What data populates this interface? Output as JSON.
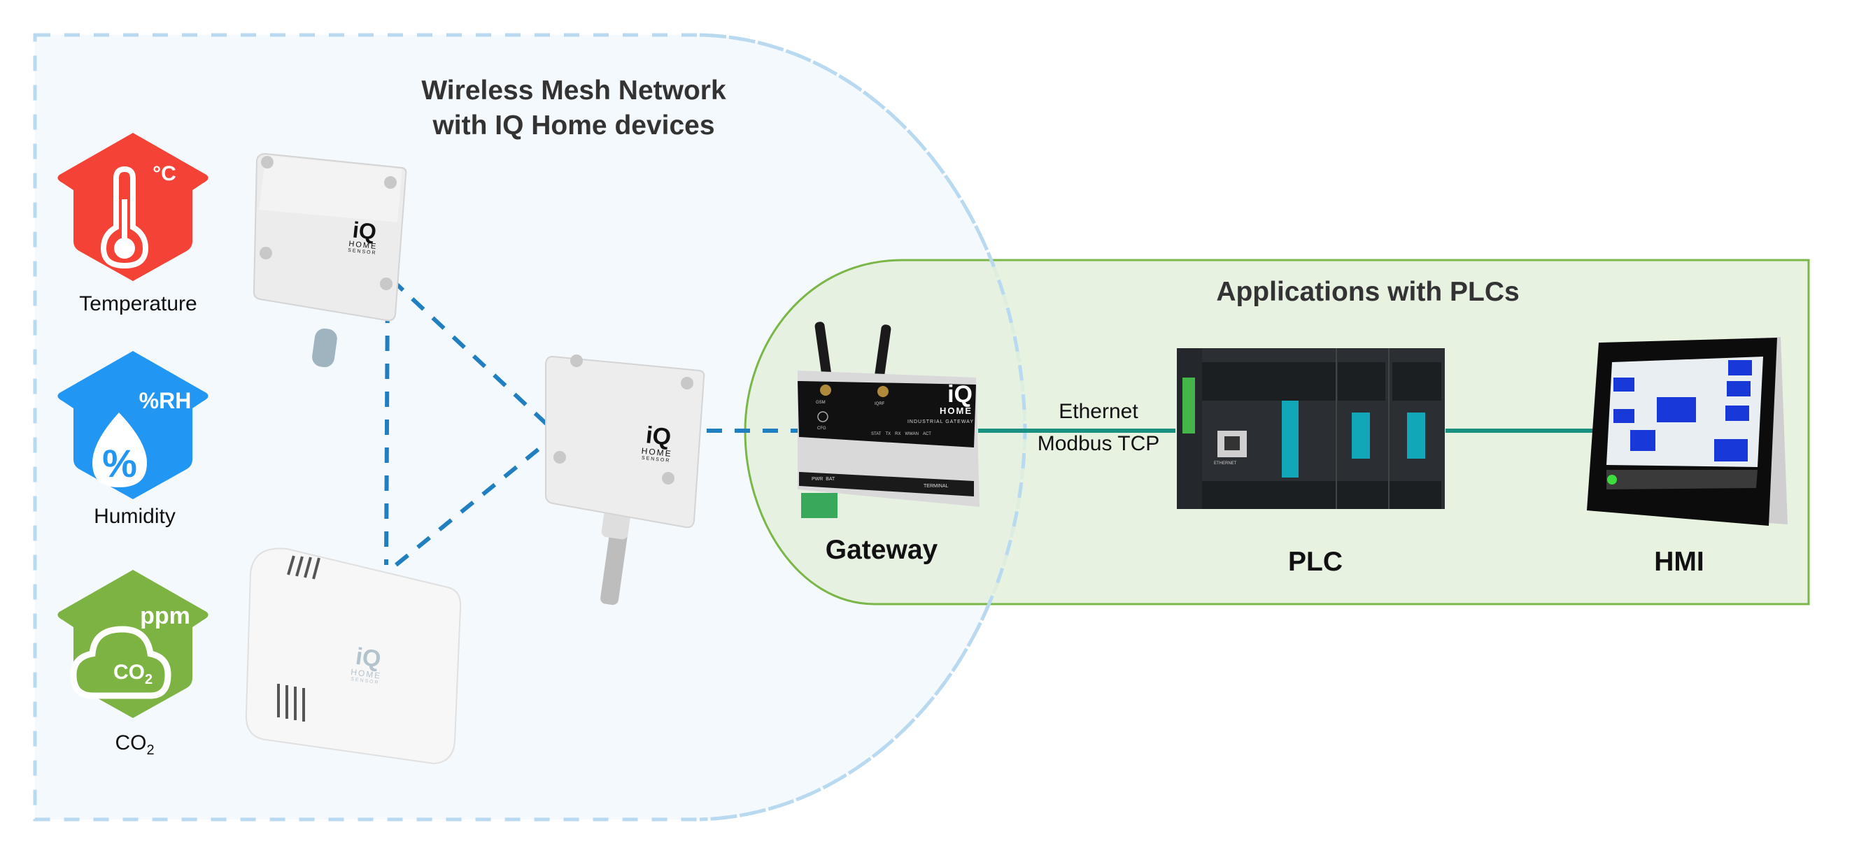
{
  "regions": {
    "wireless": {
      "title_line1": "Wireless Mesh Network",
      "title_line2": "with IQ Home devices",
      "fill": "#f4f9fd",
      "border": "#b8d9f0"
    },
    "plc_apps": {
      "title": "Applications with PLCs",
      "fill": "#e8f2e1",
      "border": "#7ab648"
    }
  },
  "measurements": [
    {
      "id": "temperature",
      "label": "Temperature",
      "unit": "°C",
      "color": "#f44336",
      "icon": "thermometer-icon"
    },
    {
      "id": "humidity",
      "label": "Humidity",
      "unit": "%RH",
      "color": "#2196f3",
      "icon": "water-drop-percent-icon"
    },
    {
      "id": "co2",
      "label": "CO",
      "label_sub": "2",
      "unit": "ppm",
      "color": "#7cb342",
      "icon": "co2-cloud-icon",
      "icon_text": "CO",
      "icon_sub": "2"
    }
  ],
  "sensors": {
    "brand_line1": "iQ",
    "brand_line2": "HOME",
    "brand_line3": "SENSOR"
  },
  "gateway": {
    "label": "Gateway",
    "brand": "iQ",
    "brand_sub": "HOME",
    "product": "INDUSTRIAL GATEWAY",
    "antenna_labels": [
      "GSM",
      "IQRF"
    ],
    "button_label": "CFG",
    "leds": [
      "STAT",
      "TX",
      "RX",
      "WWAN",
      "ACT"
    ],
    "power_label": "PWR  BAT",
    "terminal_label": "TERMINAL"
  },
  "links": {
    "gateway_plc_line1": "Ethernet",
    "gateway_plc_line2": "Modbus TCP",
    "mesh_color": "#1f7fc0",
    "ethernet_color": "#1a9080"
  },
  "plc": {
    "label": "PLC",
    "port_label": "ETHERNET"
  },
  "hmi": {
    "label": "HMI"
  }
}
